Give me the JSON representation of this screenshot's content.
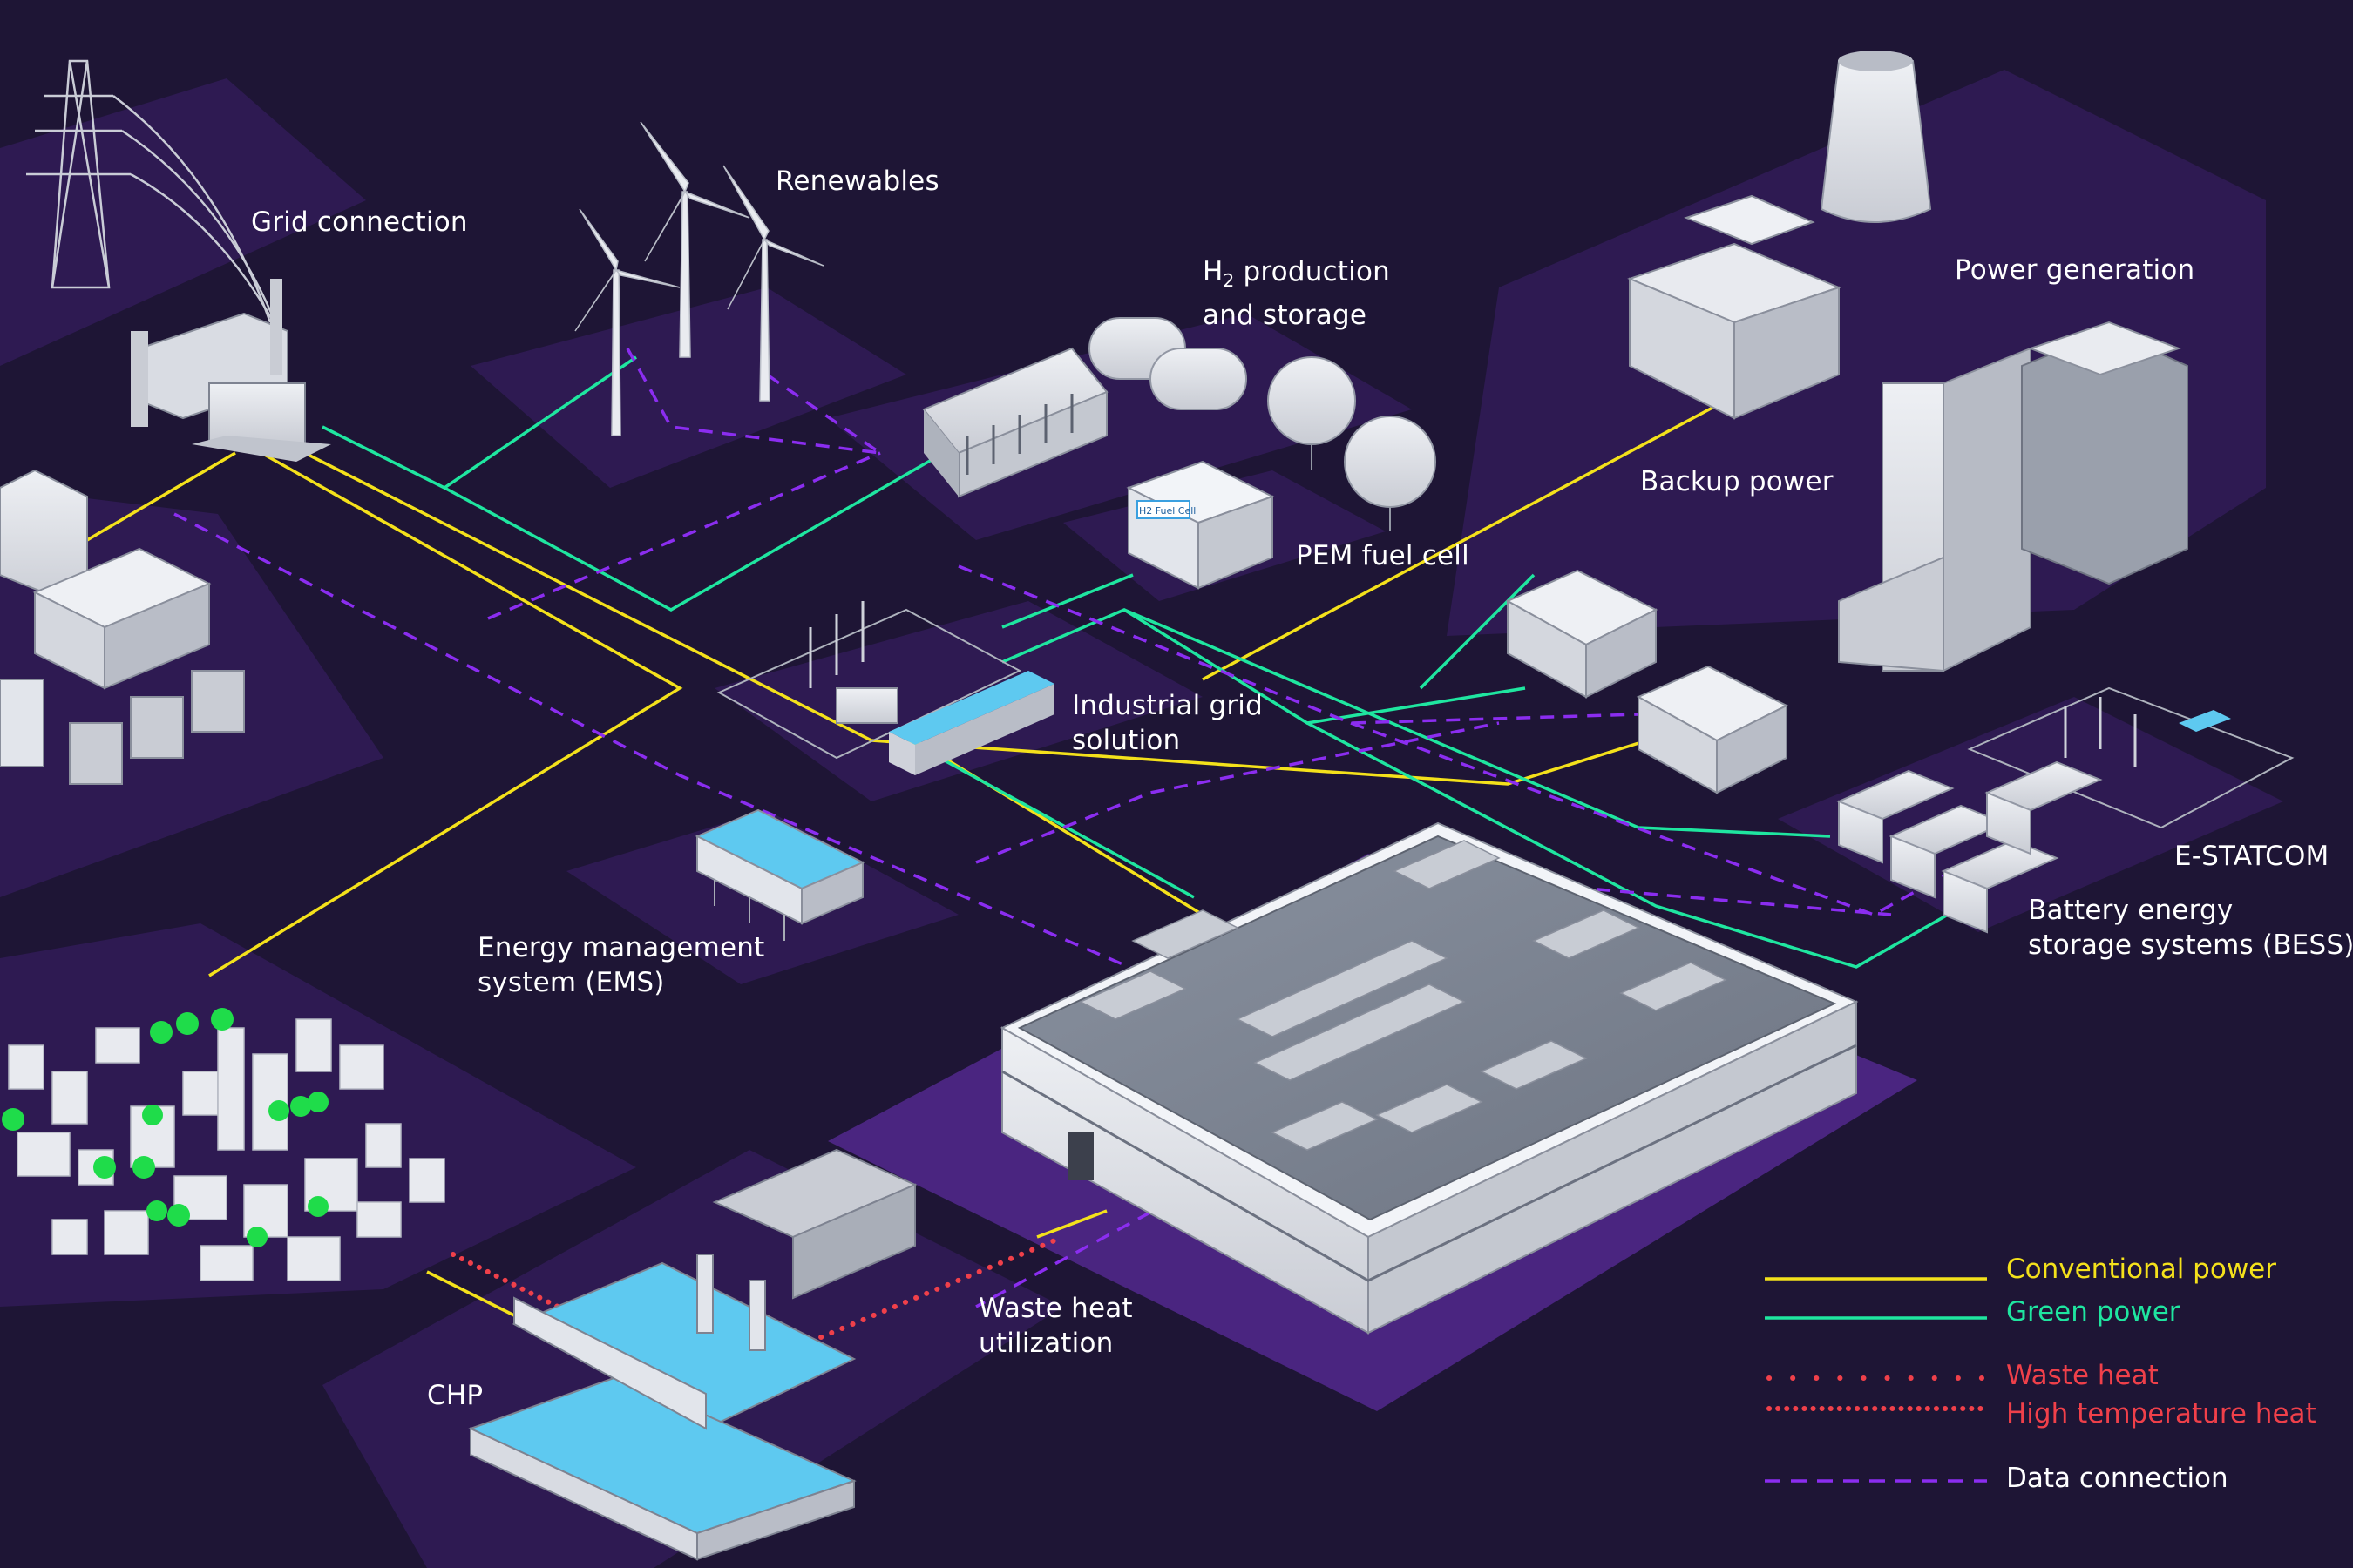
{
  "labels": {
    "grid_connection": "Grid connection",
    "renewables": "Renewables",
    "h2_prefix": "H",
    "h2_sub": "2",
    "h2_rest": " production",
    "h2_line2": "and storage",
    "power_generation": "Power generation",
    "backup_power": "Backup power",
    "pem_fuel_cell": "PEM fuel cell",
    "fuel_cell_sign": "H2 Fuel Cell",
    "industrial_grid_1": "Industrial grid",
    "industrial_grid_2": "solution",
    "ems_1": "Energy management",
    "ems_2": "system (EMS)",
    "estatcom": "E-STATCOM",
    "bess_1": "Battery energy",
    "bess_2": "storage systems (BESS)",
    "waste_heat_1": "Waste heat",
    "waste_heat_2": "utilization",
    "chp": "CHP"
  },
  "legend": {
    "items": [
      {
        "label": "Conventional power",
        "color": "#f4e11b",
        "style": "solid"
      },
      {
        "label": "Green power",
        "color": "#1fe6a0",
        "style": "solid"
      },
      {
        "label": "Waste heat",
        "color": "#f0404a",
        "style": "dotted"
      },
      {
        "label": "High temperature heat",
        "color": "#f0404a",
        "style": "dense-dotted"
      },
      {
        "label": "Data connection",
        "color": "#8b2df0",
        "style": "dashed"
      }
    ]
  },
  "colors": {
    "background": "#1e1535",
    "platform": "#4a2580",
    "platform_dark": "#2e1a52",
    "conventional": "#f4e11b",
    "green": "#1fe6a0",
    "heat": "#f0404a",
    "data": "#8b2df0"
  }
}
